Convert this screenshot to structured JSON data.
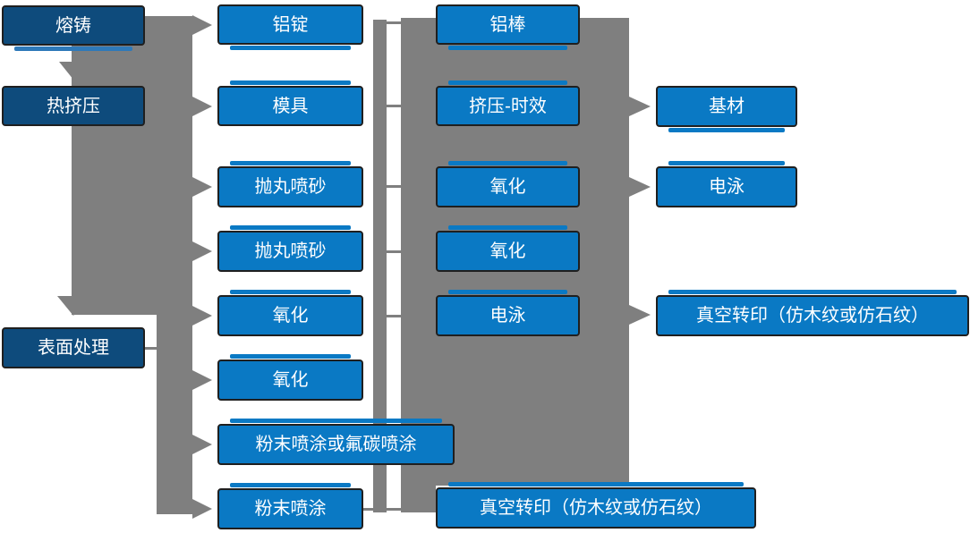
{
  "diagram": {
    "type": "flowchart",
    "description": "Aluminium profile production process flow",
    "colors": {
      "stage_box_fill": "#0e4b7c",
      "process_box_fill": "#0a79c4",
      "connector_gray": "#7f7f7f",
      "box_border": "#1f1f1f",
      "text": "#ffffff"
    },
    "nodes": {
      "rongzhu": "熔铸",
      "rejiya": "热挤压",
      "biaomianchuli": "表面处理",
      "lvding": "铝锭",
      "moju": "模具",
      "paowan1": "抛丸喷砂",
      "paowan2": "抛丸喷砂",
      "yanghua_c2a": "氧化",
      "yanghua_c2b": "氧化",
      "fenmo_or": "粉末喷涂或氟碳喷涂",
      "fenmo": "粉末喷涂",
      "lvbang": "铝棒",
      "jiya_shixiao": "挤压-时效",
      "yanghua_c3a": "氧化",
      "yanghua_c3b": "氧化",
      "dianyong_c3": "电泳",
      "zhenkong_bottom": "真空转印（仿木纹或仿石纹）",
      "jicai": "基材",
      "dianyong_c4": "电泳",
      "zhenkong_right": "真空转印（仿木纹或仿石纹）"
    }
  }
}
